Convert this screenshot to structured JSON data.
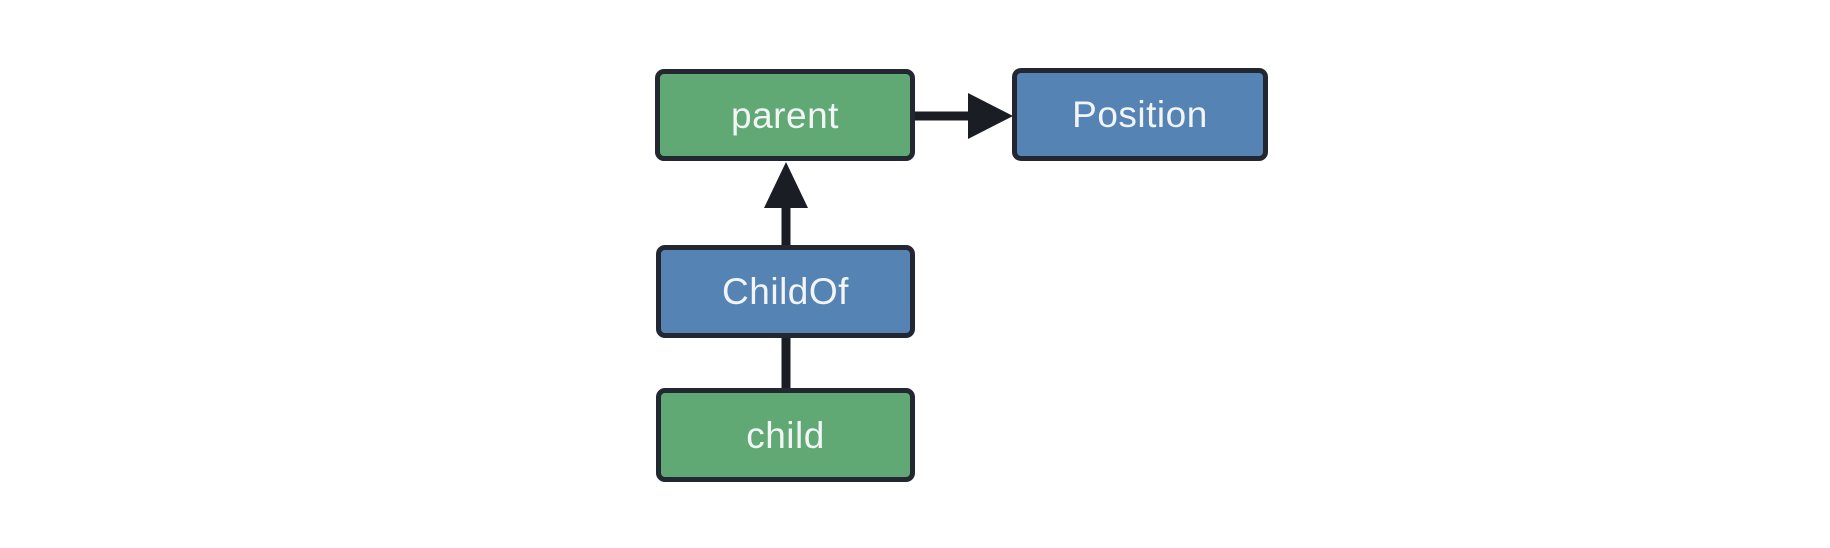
{
  "diagram": {
    "nodes": {
      "parent": {
        "label": "parent",
        "kind": "entity",
        "fill": "#61A974"
      },
      "position": {
        "label": "Position",
        "kind": "component",
        "fill": "#5584B4"
      },
      "childof": {
        "label": "ChildOf",
        "kind": "relationship",
        "fill": "#5584B4"
      },
      "child": {
        "label": "child",
        "kind": "entity",
        "fill": "#61A974"
      }
    },
    "edges": [
      {
        "from": "parent",
        "to": "Position",
        "style": "arrow"
      },
      {
        "from": "ChildOf",
        "to": "parent",
        "style": "arrow"
      },
      {
        "from": "child",
        "to": "ChildOf",
        "style": "line"
      }
    ],
    "colors": {
      "entity_fill": "#61A974",
      "component_fill": "#5584B4",
      "node_border": "#232732",
      "edge": "#1A1D24",
      "label_text": "#F2F4F6",
      "background": "#FFFFFF"
    }
  }
}
